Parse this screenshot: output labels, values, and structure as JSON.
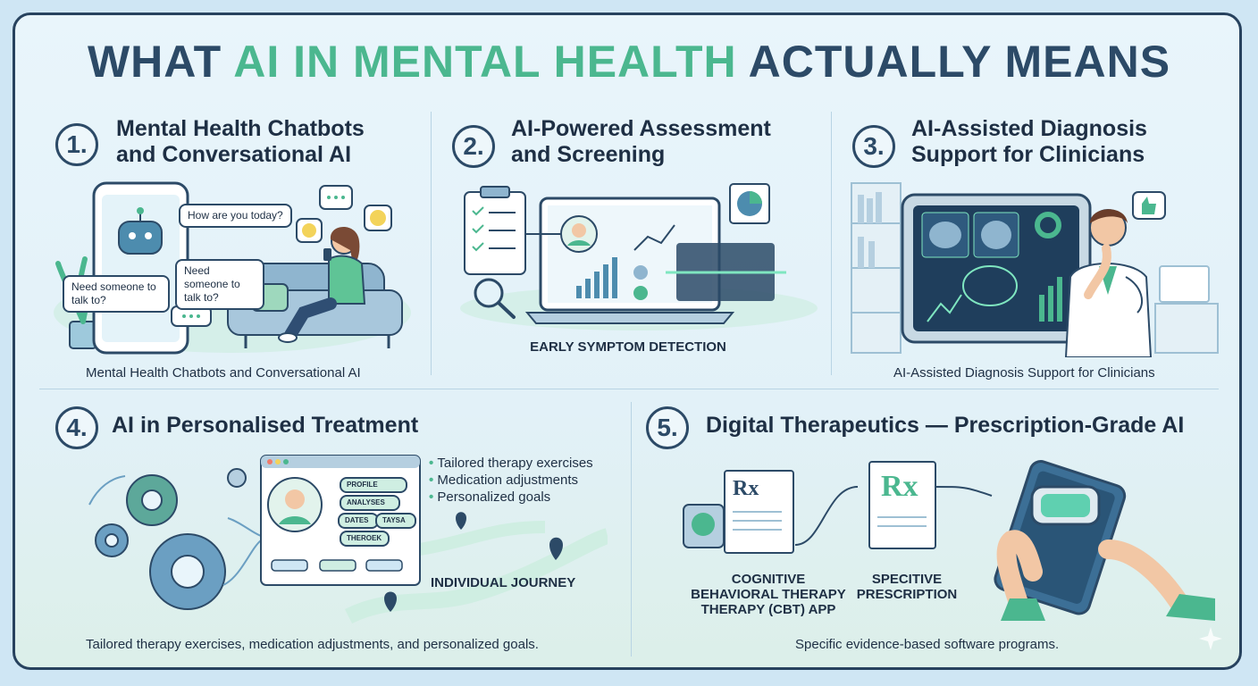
{
  "header": {
    "title_part1": "WHAT ",
    "title_green": "AI IN MENTAL HEALTH",
    "title_part2": " ACTUALLY MEANS"
  },
  "sections": [
    {
      "number": "1.",
      "title_line1": "Mental Health Chatbots",
      "title_line2": "and Conversational AI",
      "bubbles": [
        "How are you today?",
        "Need someone to talk to?",
        "Need someone to talk to?"
      ],
      "caption": "Mental Health Chatbots and Conversational AI"
    },
    {
      "number": "2.",
      "title_line1": "AI-Powered Assessment",
      "title_line2": "and Screening",
      "label": "EARLY SYMPTOM DETECTION"
    },
    {
      "number": "3.",
      "title_line1": "AI-Assisted Diagnosis",
      "title_line2": "Support for Clinicians",
      "caption": "AI-Assisted Diagnosis Support for Clinicians"
    },
    {
      "number": "4.",
      "title": "AI in Personalised Treatment",
      "bullets": [
        "Tailored therapy exercises",
        "Medication adjustments",
        "Personalized goals"
      ],
      "tags": [
        "PROFILE",
        "ANALYSES",
        "DATES",
        "TAYSA",
        "THEROEK"
      ],
      "label": "INDIVIDUAL JOURNEY",
      "caption": "Tailored therapy exercises, medication adjustments, and personalized goals."
    },
    {
      "number": "5.",
      "title": "Digital Therapeutics — Prescription-Grade AI",
      "rx_symbol": "Rx",
      "label_cbt_line1": "COGNITIVE",
      "label_cbt_line2": "BEHAVIORAL THERAPY",
      "label_cbt_line3": "THERAPY (CBT) APP",
      "label_rx_line1": "SPECITIVE",
      "label_rx_line2": "PRESCRIPTION",
      "caption": "Specific evidence-based software programs."
    }
  ],
  "colors": {
    "navy": "#2c4a67",
    "green": "#4bb78f",
    "sky": "#e9f5fb"
  }
}
